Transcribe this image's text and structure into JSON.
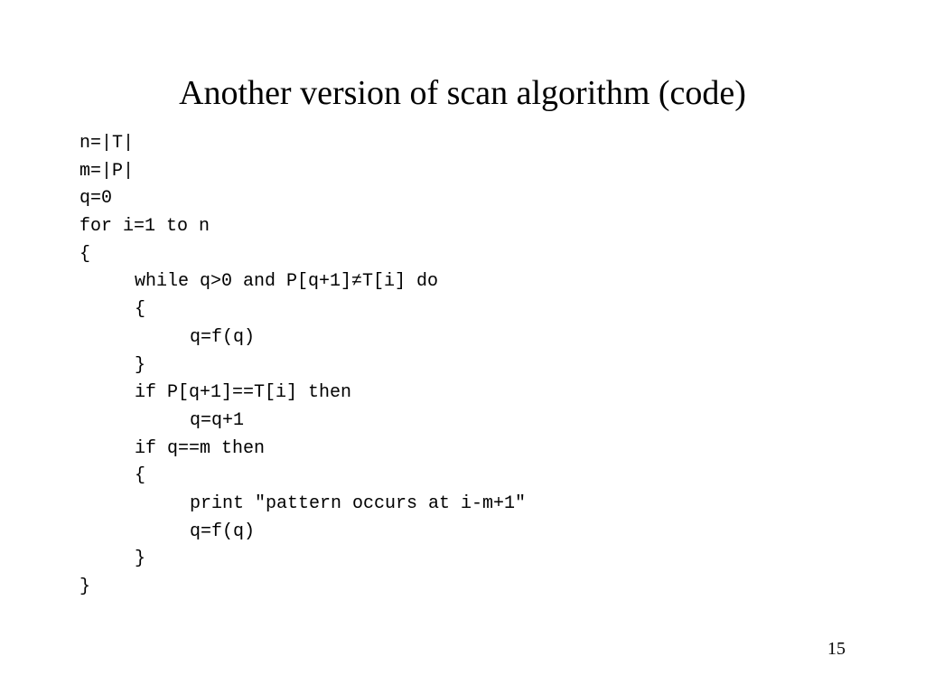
{
  "slide": {
    "title": "Another version of scan algorithm (code)",
    "code_lines": [
      {
        "text": "n=|T|",
        "indent": 0
      },
      {
        "text": "m=|P|",
        "indent": 0
      },
      {
        "text": "q=0",
        "indent": 0
      },
      {
        "text": "for i=1 to n",
        "indent": 0
      },
      {
        "text": "{",
        "indent": 0
      },
      {
        "text": "while q>0 and P[q+1]≠T[i] do",
        "indent": 1
      },
      {
        "text": "{",
        "indent": 1
      },
      {
        "text": "q=f(q)",
        "indent": 2
      },
      {
        "text": "}",
        "indent": 1
      },
      {
        "text": "if P[q+1]==T[i] then",
        "indent": 1
      },
      {
        "text": "q=q+1",
        "indent": 2
      },
      {
        "text": "if q==m then",
        "indent": 1
      },
      {
        "text": "{",
        "indent": 1
      },
      {
        "text": "print \"pattern occurs at i-m+1\"",
        "indent": 2
      },
      {
        "text": "q=f(q)",
        "indent": 2
      },
      {
        "text": "}",
        "indent": 1
      },
      {
        "text": "}",
        "indent": 0
      }
    ],
    "page_number": "15"
  }
}
